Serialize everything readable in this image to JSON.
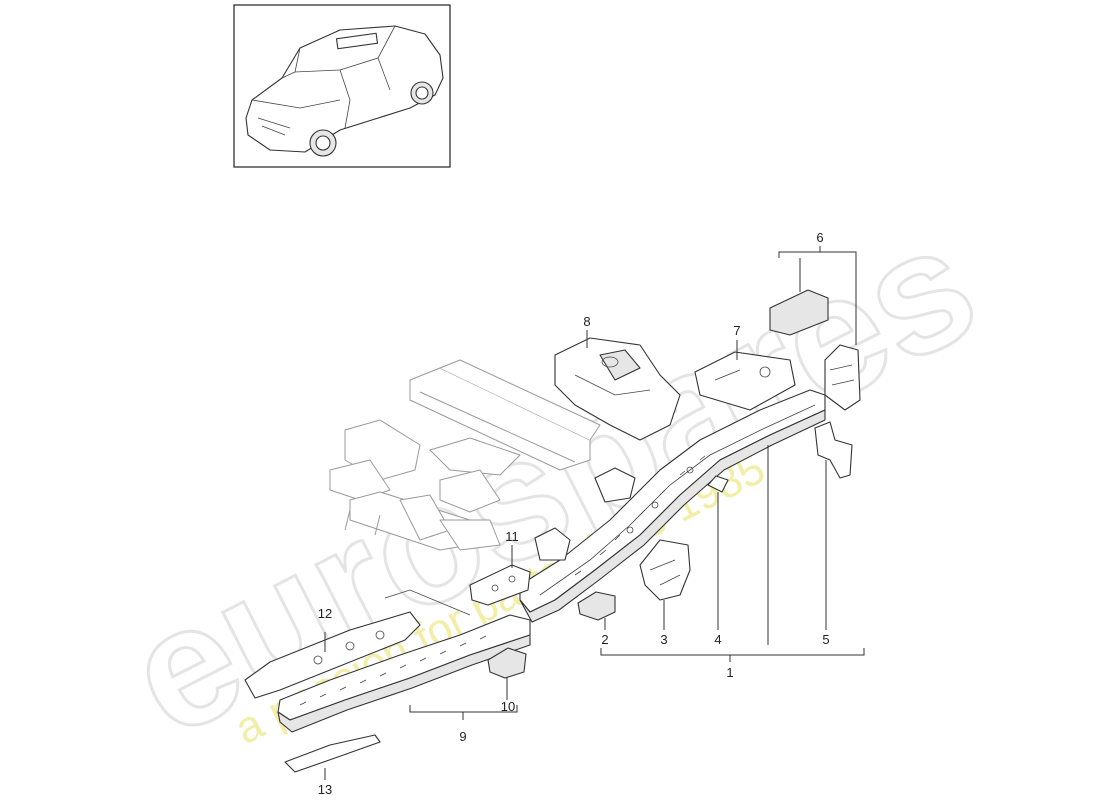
{
  "watermark": {
    "brand": "eurospares",
    "tagline": "a passion for parts since 1985"
  },
  "callouts": {
    "c1": "1",
    "c2": "2",
    "c3": "3",
    "c4": "4",
    "c5": "5",
    "c6": "6",
    "c7": "7",
    "c8": "8",
    "c9": "9",
    "c10": "10",
    "c11": "11",
    "c12": "12",
    "c13": "13"
  }
}
